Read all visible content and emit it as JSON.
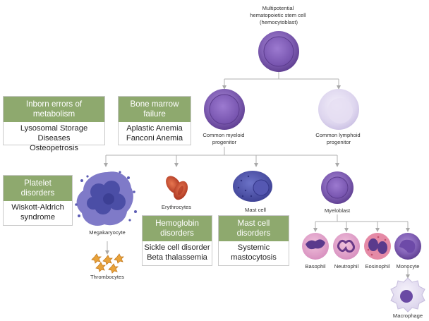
{
  "cells": {
    "stem": [
      "Multipotential",
      "hematopoietic stem cell",
      "(hemocytoblast)"
    ],
    "myeloid": [
      "Common myeloid",
      "progenitor"
    ],
    "lymphoid": [
      "Common lymphoid",
      "progenitor"
    ],
    "megakaryocyte": "Megakaryocyte",
    "thrombocytes": "Thrombocytes",
    "erythrocytes": "Erythrocytes",
    "mast_cell": "Mast cell",
    "myeloblast": "Myeloblast",
    "basophil": "Basophil",
    "neutrophil": "Neutrophil",
    "eosinophil": "Eosinophil",
    "monocyte": "Monocyte",
    "macrophage": "Macrophage"
  },
  "disorder_boxes": {
    "inborn": {
      "title": [
        "Inborn errors of",
        "metabolism"
      ],
      "items": [
        "Lysosomal Storage Diseases",
        "Osteopetrosis"
      ]
    },
    "bone_marrow": {
      "title": [
        "Bone marrow",
        "failure"
      ],
      "items": [
        "Aplastic Anemia",
        "Fanconi Anemia"
      ]
    },
    "platelet": {
      "title": [
        "Platelet",
        "disorders"
      ],
      "items": [
        "Wiskott-Aldrich",
        "syndrome"
      ]
    },
    "hemoglobin": {
      "title": [
        "Hemoglobin",
        "disorders"
      ],
      "items": [
        "Sickle cell disorder",
        "Beta thalassemia"
      ]
    },
    "mast_cell": {
      "title": [
        "Mast cell",
        "disorders"
      ],
      "items": [
        "Systemic",
        "mastocytosis"
      ]
    }
  },
  "colors": {
    "box_header": "#8ea96e",
    "connector": "#b0b0b0",
    "cell_purple": "#6a4a98",
    "cell_lymphoid": "#ddd6ee",
    "erythrocyte": "#c9432c"
  }
}
